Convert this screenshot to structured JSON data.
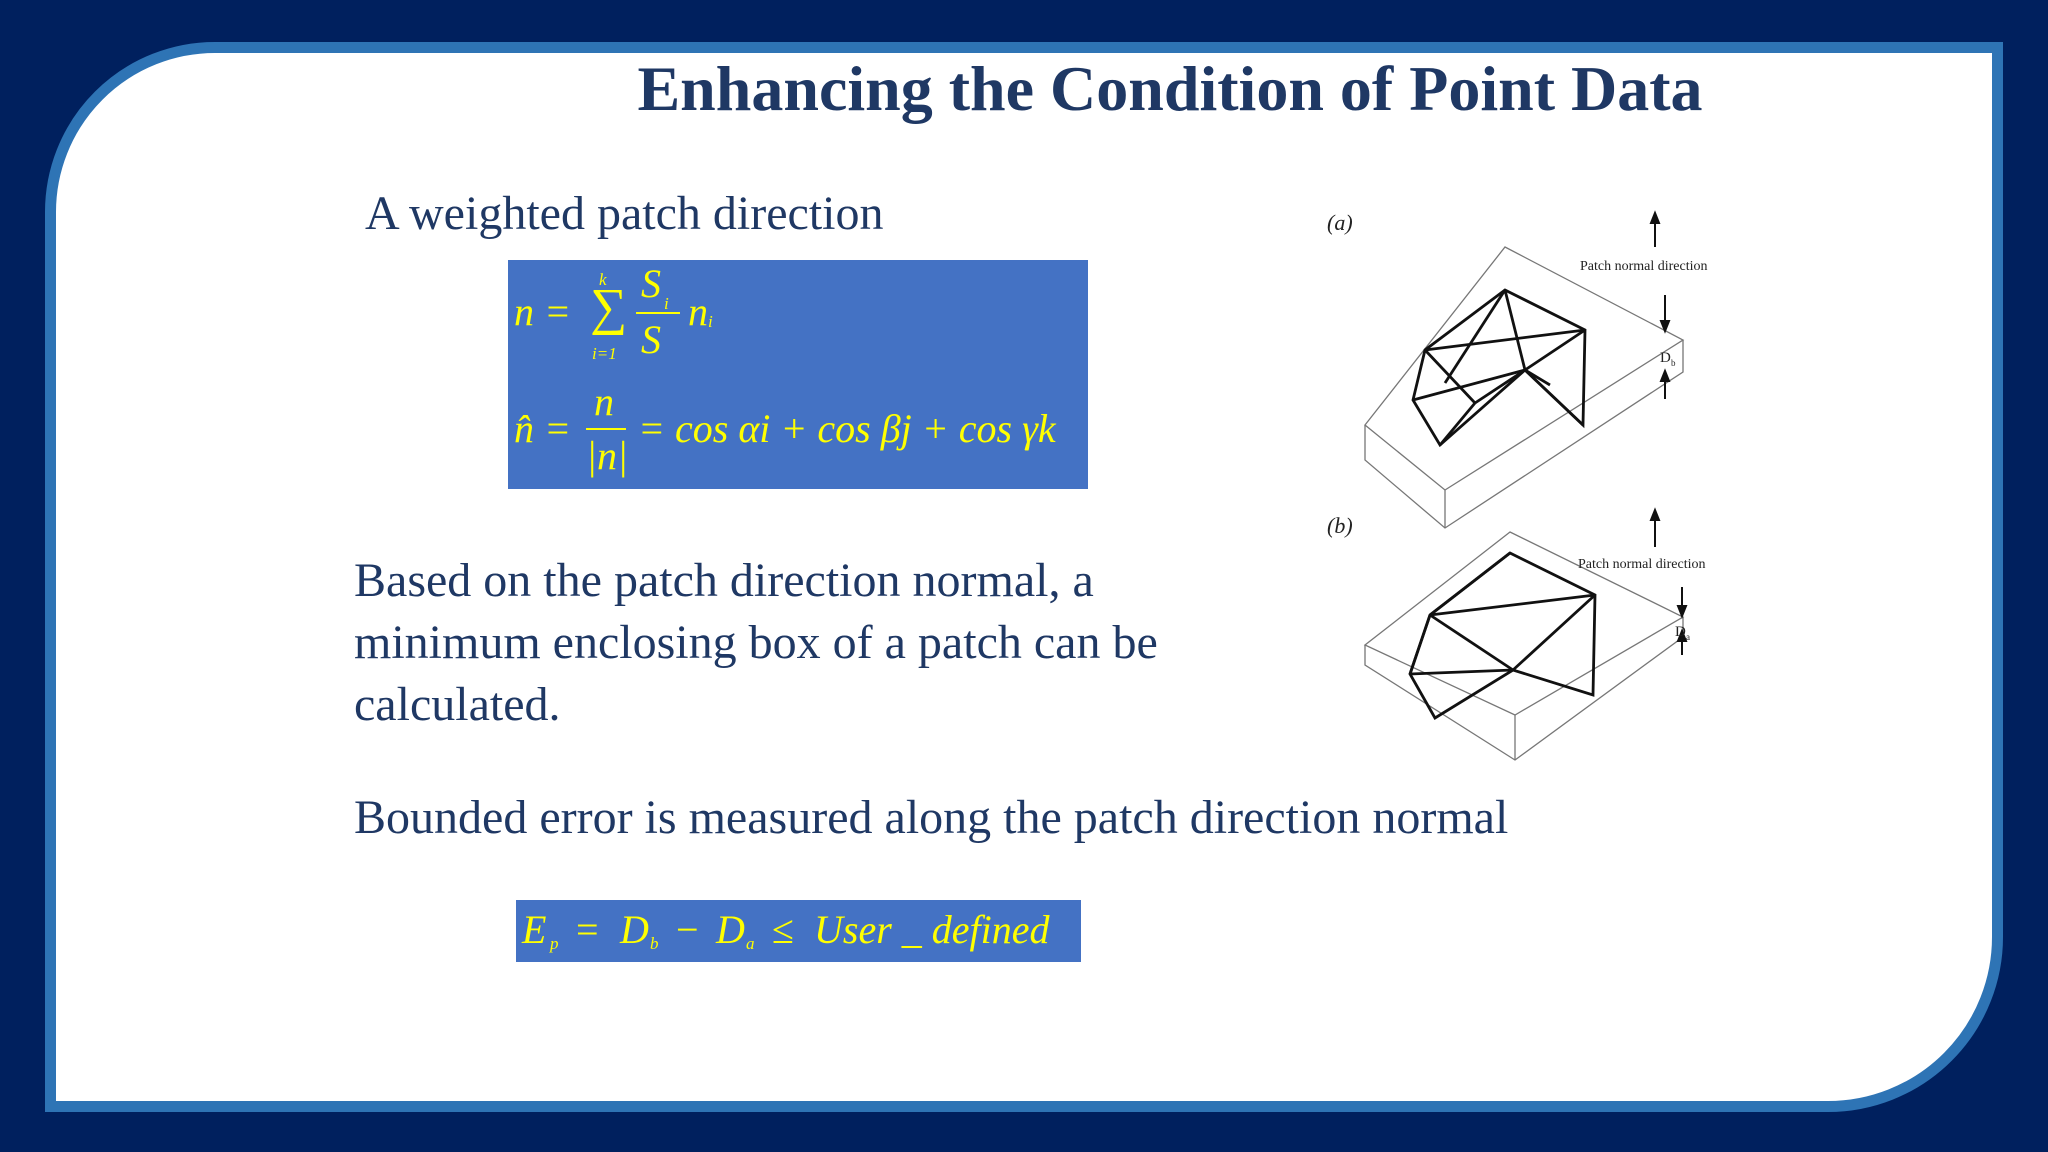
{
  "slide": {
    "title": "Enhancing the Condition of Point Data",
    "heading": "A weighted patch direction",
    "paragraph_1": "Based on the patch direction normal, a minimum enclosing box of a patch can be calculated.",
    "paragraph_2": "Bounded error is measured along the patch direction normal"
  },
  "equations": {
    "normal_sum": {
      "lhs": "n =",
      "sum_upper": "k",
      "sum_lower": "i=1",
      "numerator": "S",
      "numerator_sub": "i",
      "denominator": "S",
      "term": "n",
      "term_sub": "i"
    },
    "unit_normal": {
      "lhs": "n̂ =",
      "numerator": "n",
      "denominator": "|n|",
      "rhs": "= cos αi + cos βj + cos γk"
    },
    "bounded_error": {
      "lhs_var": "E",
      "lhs_sub": "p",
      "db": "D",
      "db_sub": "b",
      "minus": "−",
      "da": "D",
      "da_sub": "a",
      "rel": "≤",
      "rhs": "User _ defined"
    }
  },
  "figure": {
    "panel_a": {
      "label": "(a)",
      "caption": "Patch normal direction",
      "dimension_label": "D",
      "dimension_sub": "b"
    },
    "panel_b": {
      "label": "(b)",
      "caption": "Patch normal direction",
      "dimension_label": "D",
      "dimension_sub": "a"
    }
  },
  "colors": {
    "background": "#00205e",
    "frame_border": "#2e74b5",
    "title_text": "#1f3864",
    "equation_box": "#4472c4",
    "equation_text": "#ffff00"
  }
}
